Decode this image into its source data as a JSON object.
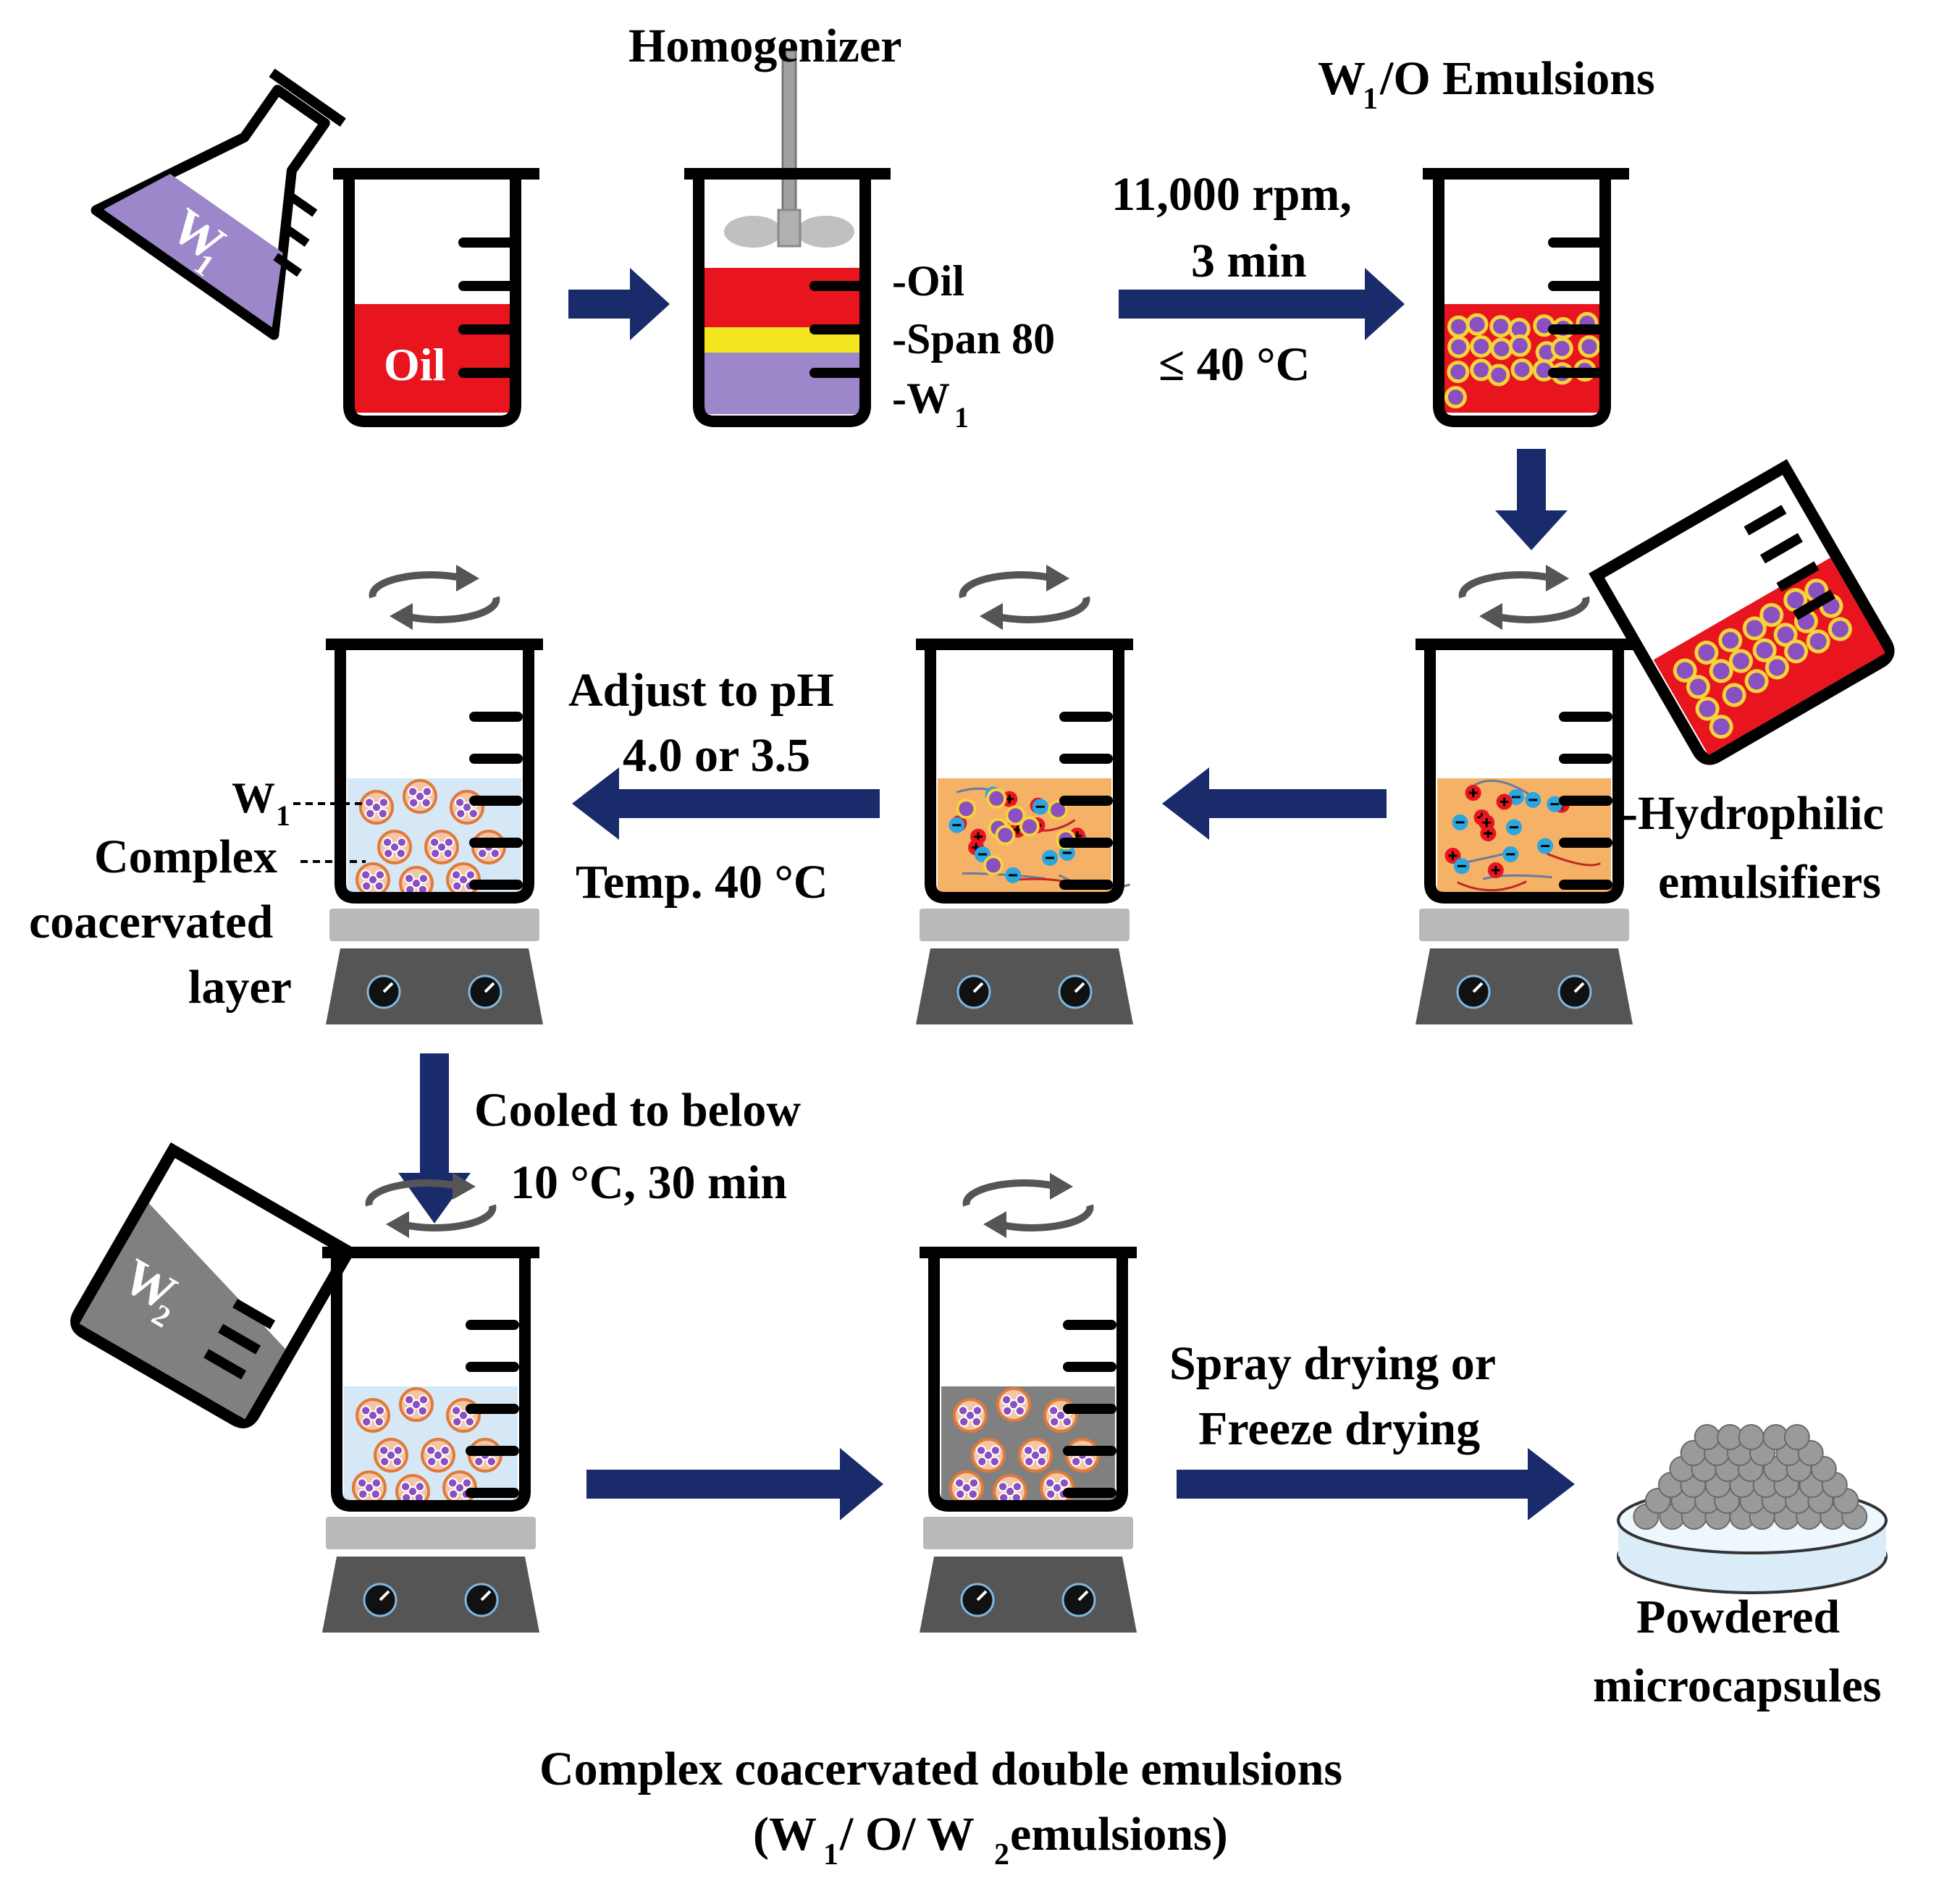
{
  "colors": {
    "arrow": "#1a2b6b",
    "oil": "#e8141e",
    "span": "#f4e521",
    "w1": "#9b87c9",
    "emulsifier_phase": "#f5b266",
    "coacervate_phase": "#d6e8f5",
    "w2": "#808080",
    "droplet_core": "#8a4fc0",
    "droplet_shell": "#f5d33a",
    "anion": "#2aa6e0",
    "cation": "#e8141e",
    "stirrer_top": "#b9b9b9",
    "stirrer_base": "#555555",
    "powder": "#9a9a9a",
    "dish": "#d9ecf7",
    "stir_icon": "#555555"
  },
  "step1": {
    "flask_label": "W",
    "flask_sub": "1",
    "beaker_label": "Oil"
  },
  "step2": {
    "title": "Homogenizer",
    "layer_oil": "-Oil",
    "layer_span": "-Span 80",
    "layer_w1": "-W",
    "layer_w1_sub": "1"
  },
  "arrow_homogenize": {
    "line1": "11,000 rpm,",
    "line2": "3 min",
    "line3": "≤ 40 °C"
  },
  "step3": {
    "title_w": "W",
    "title_sub": "1",
    "title_rest": "/O Emulsions"
  },
  "step4": {
    "label_line1": "-Hydrophilic",
    "label_line2": "emulsifiers"
  },
  "arrow_adjust": {
    "line1": "Adjust to pH",
    "line2": "4.0 or 3.5",
    "line3": "Temp. 40 °C"
  },
  "step6": {
    "w1_label": "W",
    "w1_sub": "1",
    "complex_line1": "Complex",
    "complex_line2": "coacervated",
    "complex_line3": "layer"
  },
  "arrow_cool": {
    "line1": "Cooled to below",
    "line2": "10 °C, 30 min"
  },
  "step7": {
    "beaker_label": "W",
    "beaker_sub": "2"
  },
  "arrow_dry": {
    "line1": "Spray drying or",
    "line2": "Freeze drying"
  },
  "powder": {
    "line1": "Powdered",
    "line2": "microcapsules"
  },
  "caption": {
    "line1": "Complex coacervated double emulsions",
    "line2_a": "(W",
    "line2_sub1": "1",
    "line2_b": "/ O/ W",
    "line2_sub2": "2",
    "line2_c": " emulsions)"
  }
}
